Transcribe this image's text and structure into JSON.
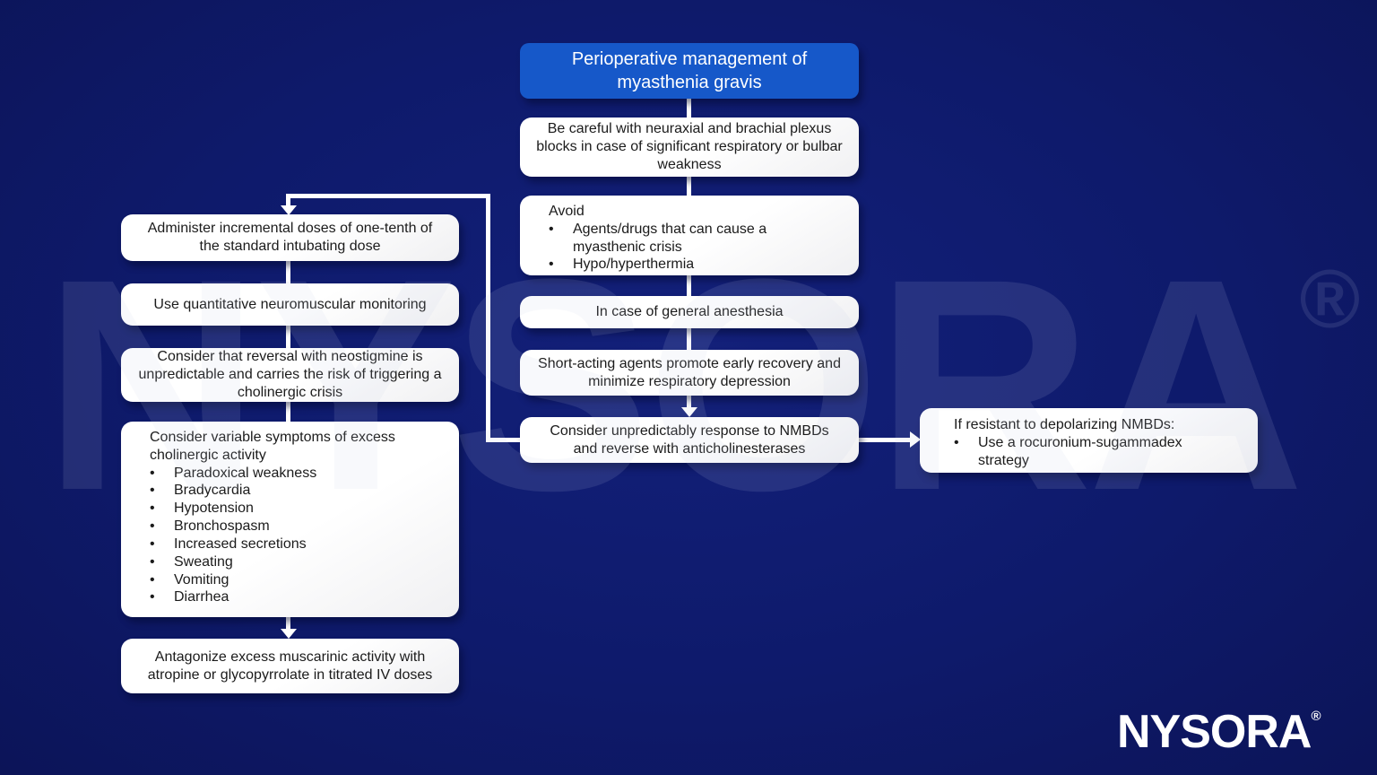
{
  "colors": {
    "background": "#0e1a6b",
    "title_box": "#1658c9",
    "node_background": "#ffffff",
    "connector": "#ffffff",
    "node_text": "#1b1b1b",
    "logo": "#ffffff"
  },
  "watermark": {
    "text": "NYSORA",
    "reg": "®"
  },
  "logo": {
    "text": "NYSORA",
    "reg": "®"
  },
  "flowchart": {
    "title": "Perioperative management of myasthenia gravis",
    "middle": {
      "be_careful": "Be careful with neuraxial and brachial plexus blocks in case of significant respiratory or bulbar weakness",
      "avoid": {
        "heading": "Avoid",
        "bullets": [
          "Agents/drugs that can cause a myasthenic crisis",
          "Hypo/hyperthermia"
        ]
      },
      "general_anesthesia": "In case of general anesthesia",
      "short_acting": "Short-acting agents promote early recovery and minimize respiratory depression",
      "consider_nmbds": "Consider unpredictably response to NMBDs and reverse with anticholinesterases"
    },
    "right_branch": {
      "heading": "If resistant to depolarizing NMBDs:",
      "bullets": [
        "Use a rocuronium-sugammadex strategy"
      ]
    },
    "left_branch": {
      "administer": "Administer incremental doses of one-tenth of the standard intubating dose",
      "monitoring": "Use quantitative neuromuscular monitoring",
      "neostigmine": "Consider that reversal with neostigmine is unpredictable and carries the risk of triggering a cholinergic crisis",
      "symptoms": {
        "heading": "Consider variable symptoms of excess cholinergic activity",
        "bullets": [
          "Paradoxical weakness",
          "Bradycardia",
          "Hypotension",
          "Bronchospasm",
          "Increased secretions",
          "Sweating",
          "Vomiting",
          "Diarrhea"
        ]
      },
      "antagonize": "Antagonize excess muscarinic activity with atropine or glycopyrrolate in titrated IV doses"
    }
  }
}
